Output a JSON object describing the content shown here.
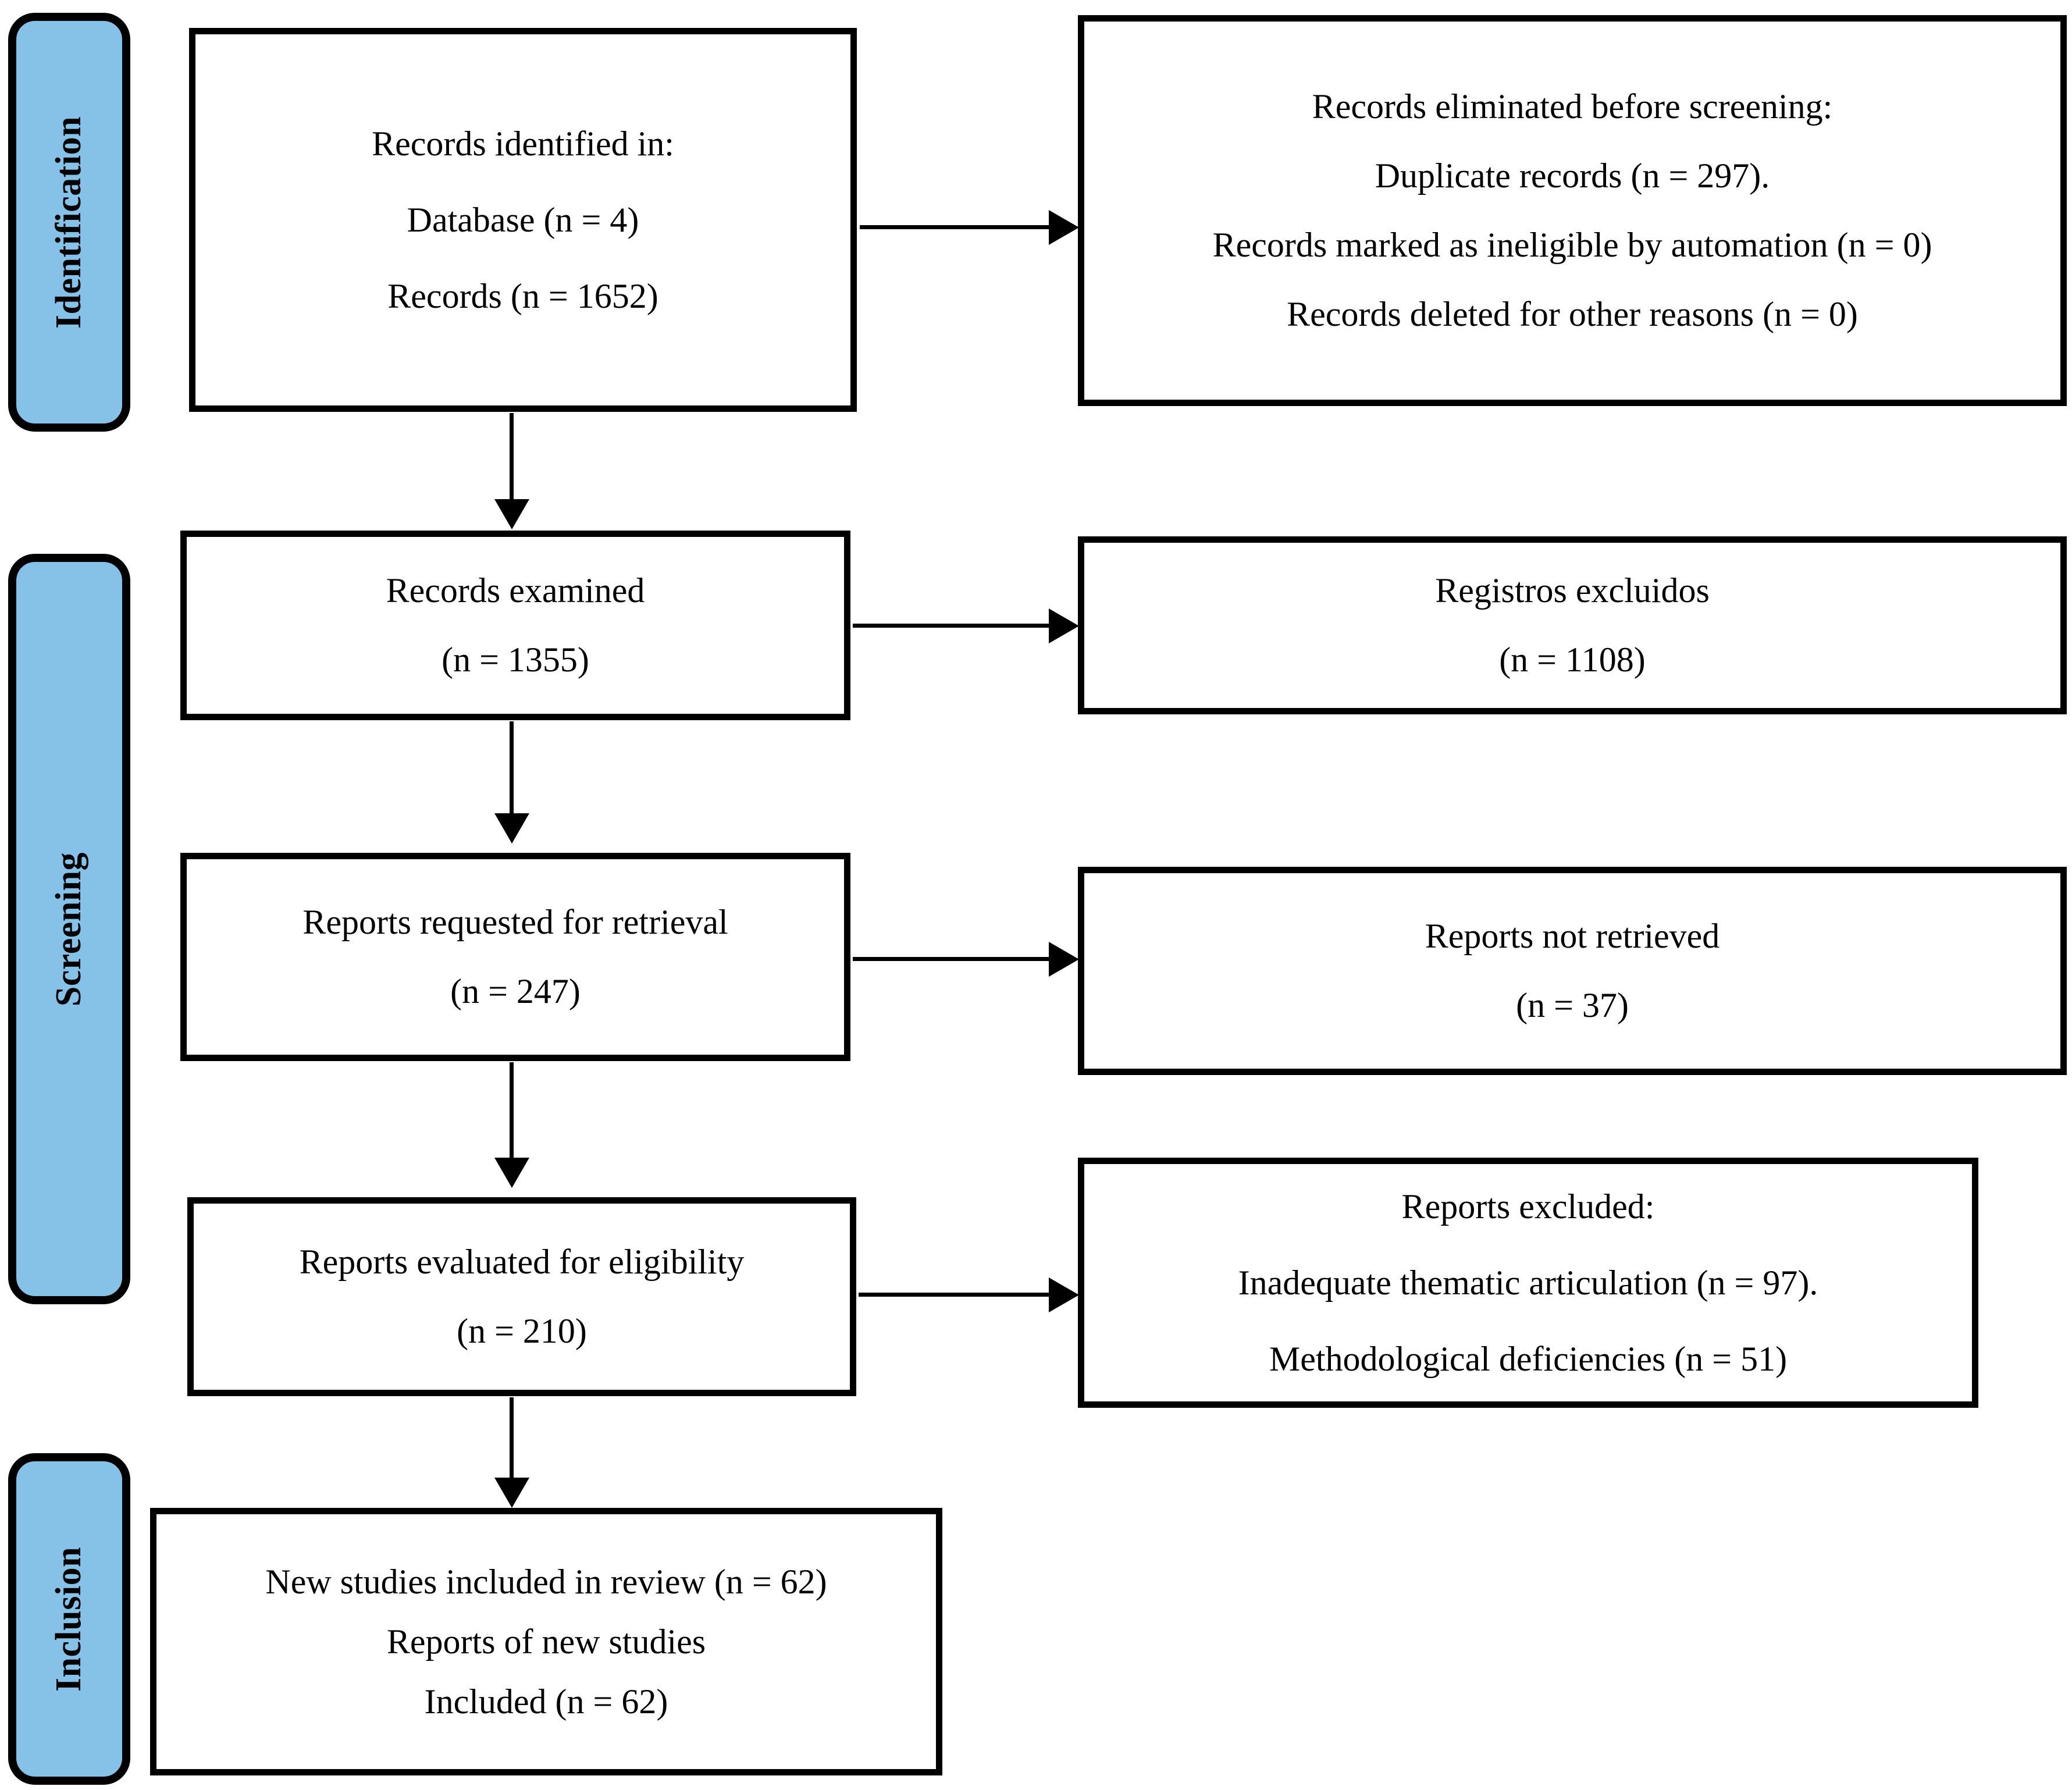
{
  "diagram": {
    "title": "PRISMA flow diagram",
    "accent_color": "#86C1E8",
    "line_color": "#000000",
    "background": "#ffffff"
  },
  "phases": [
    {
      "id": "identification",
      "label": "Identification"
    },
    {
      "id": "screening",
      "label": "Screening"
    },
    {
      "id": "inclusion",
      "label": "Inclusion"
    }
  ],
  "boxes": {
    "identified": {
      "lines": [
        "Records identified in:",
        "Database (n = 4)",
        "Records (n = 1652)"
      ]
    },
    "eliminated_before_screening": {
      "lines": [
        "Records eliminated before screening:",
        "Duplicate records (n = 297).",
        "Records marked as ineligible by automation (n = 0)",
        "Records deleted for other reasons (n = 0)"
      ]
    },
    "records_examined": {
      "lines": [
        "Records examined",
        "(n = 1355)"
      ]
    },
    "registros_excluidos": {
      "lines": [
        "Registros excluidos",
        "(n = 1108)"
      ]
    },
    "reports_requested": {
      "lines": [
        "Reports requested for retrieval",
        "(n = 247)"
      ]
    },
    "reports_not_retrieved": {
      "lines": [
        "Reports not retrieved",
        "(n = 37)"
      ]
    },
    "reports_evaluated": {
      "lines": [
        "Reports evaluated for eligibility",
        "(n = 210)"
      ]
    },
    "reports_excluded": {
      "lines": [
        "Reports excluded:",
        "Inadequate thematic articulation (n = 97).",
        "Methodological deficiencies (n = 51)"
      ]
    },
    "included": {
      "lines": [
        "New studies included in review (n = 62)",
        "Reports of new studies",
        "Included (n = 62)"
      ]
    }
  },
  "chart_data": {
    "type": "diagram",
    "title": "PRISMA 2020 flow diagram for new systematic reviews",
    "stages": [
      {
        "phase": "Identification",
        "node": "Records identified in: Database (n = 4); Records (n = 1652)",
        "n": 1652,
        "databases": 4
      },
      {
        "phase": "Identification",
        "node": "Records eliminated before screening",
        "duplicate_records": 297,
        "ineligible_by_automation": 0,
        "deleted_other_reasons": 0
      },
      {
        "phase": "Screening",
        "node": "Records examined",
        "n": 1355
      },
      {
        "phase": "Screening",
        "node": "Registros excluidos",
        "n": 1108
      },
      {
        "phase": "Screening",
        "node": "Reports requested for retrieval",
        "n": 247
      },
      {
        "phase": "Screening",
        "node": "Reports not retrieved",
        "n": 37
      },
      {
        "phase": "Screening",
        "node": "Reports evaluated for eligibility",
        "n": 210
      },
      {
        "phase": "Screening",
        "node": "Reports excluded",
        "inadequate_thematic_articulation": 97,
        "methodological_deficiencies": 51
      },
      {
        "phase": "Inclusion",
        "node": "New studies included in review",
        "n": 62
      },
      {
        "phase": "Inclusion",
        "node": "Reports of new studies Included",
        "n": 62
      }
    ]
  }
}
